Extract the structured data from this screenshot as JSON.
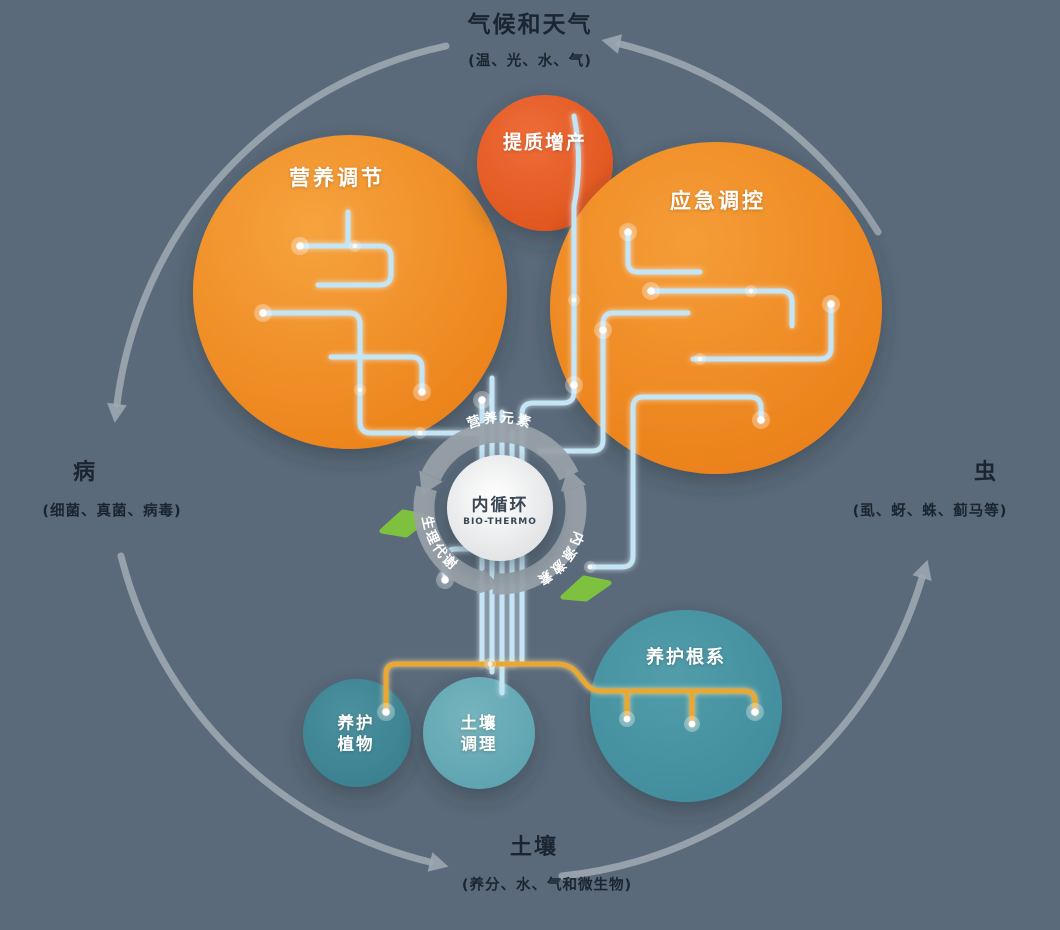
{
  "outer_ring": {
    "top": {
      "title": "气候和天气",
      "subtitle": "(温、光、水、气)"
    },
    "left": {
      "title": "病",
      "subtitle": "(细菌、真菌、病毒)"
    },
    "right": {
      "title": "虫",
      "subtitle": "(虱、蚜、蛛、蓟马等)"
    },
    "bottom": {
      "title": "土壤",
      "subtitle": "(养分、水、气和微生物)"
    }
  },
  "bubbles": {
    "nutrition": {
      "label": "营养调节",
      "color": "#ee8a1d"
    },
    "quality": {
      "label": "提质增产",
      "color": "#e0521c"
    },
    "emergency": {
      "label": "应急调控",
      "color": "#ee8a1d"
    },
    "plant_care": {
      "label": "养护\n植物",
      "color": "#3f8694"
    },
    "soil_conditioning": {
      "label": "土壤\n调理",
      "color": "#63a9b4"
    },
    "root_care": {
      "label": "养护根系",
      "color": "#46919f"
    }
  },
  "center_cycle": {
    "title": "内循环",
    "subtitle": "BIO-THERMO",
    "labels": [
      "营养元素",
      "生理代谢",
      "内源激素"
    ]
  },
  "colors": {
    "background": "#5a6a7a",
    "circuit_blue": "#c3e5f6",
    "circuit_gold": "#eaa733",
    "arrow_gray": "#9fa9b2",
    "leaf_green": "#7ec13e",
    "dark_text": "#1b2531"
  }
}
